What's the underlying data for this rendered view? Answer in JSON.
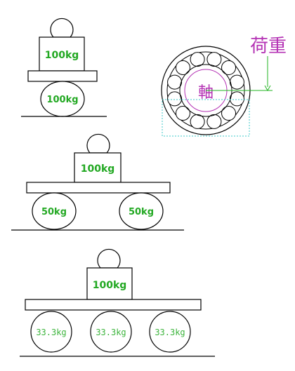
{
  "diagrams": {
    "single": {
      "weight_label": "100kg",
      "ball_labels": [
        "100kg"
      ]
    },
    "double": {
      "weight_label": "100kg",
      "ball_labels": [
        "50kg",
        "50kg"
      ]
    },
    "triple": {
      "weight_label": "100kg",
      "ball_labels": [
        "33.3kg",
        "33.3kg",
        "33.3kg"
      ]
    }
  },
  "bearing": {
    "load_label": "荷重",
    "shaft_label": "軸",
    "roller_count": 12
  },
  "colors": {
    "line": "#000000",
    "label": "#22a822",
    "annotation": "#b432b4",
    "arrow": "#22b422",
    "highlight_box": "#3cc8c8"
  }
}
